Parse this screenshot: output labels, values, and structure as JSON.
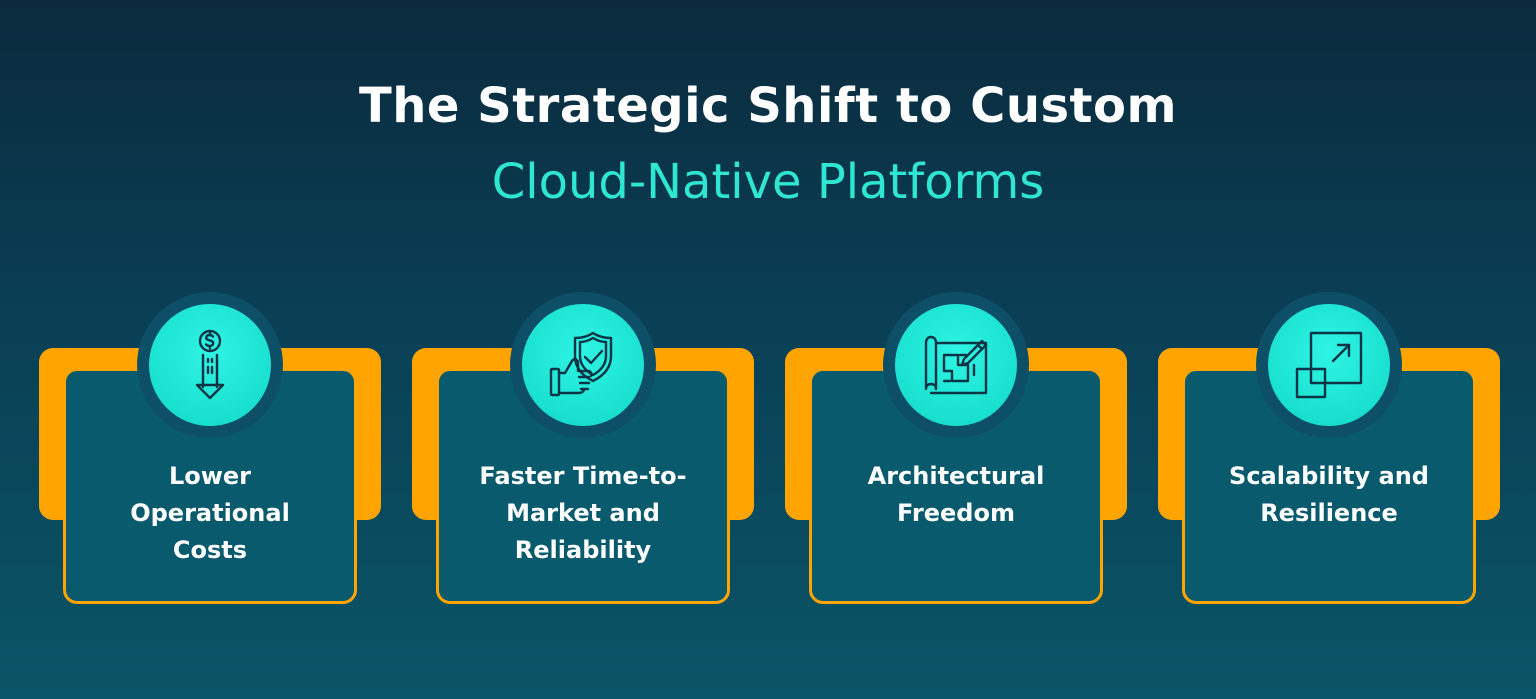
{
  "header": {
    "title_line1": "The Strategic Shift to Custom",
    "title_line2": "Cloud-Native Platforms"
  },
  "cards": [
    {
      "line1": "Lower",
      "line2": "Operational",
      "line3": "Costs",
      "icon": "dollar-down-arrow-icon"
    },
    {
      "line1": "Faster Time-to-",
      "line2": "Market and",
      "line3": "Reliability",
      "icon": "thumbs-up-shield-icon"
    },
    {
      "line1": "Architectural",
      "line2": "Freedom",
      "line3": "",
      "icon": "blueprint-pencil-icon"
    },
    {
      "line1": "Scalability and",
      "line2": "Resilience",
      "line3": "",
      "icon": "scale-squares-icon"
    }
  ],
  "colors": {
    "title_white": "#ffffff",
    "accent_teal": "#2ee6d2",
    "accent_orange": "#ffa400",
    "card_fill": "#0a5a6d",
    "icon_stroke": "#0b3547"
  }
}
